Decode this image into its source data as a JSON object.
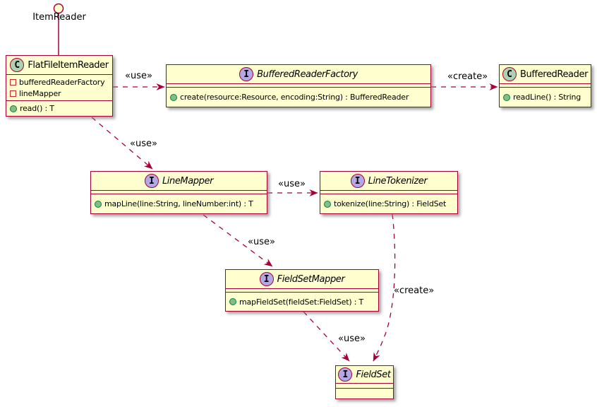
{
  "diagram": {
    "lollipop": {
      "label": "ItemReader"
    },
    "boxes": {
      "flat_file_item_reader": {
        "kind_letter": "C",
        "name": "FlatFileItemReader",
        "fields": [
          "bufferedReaderFactory",
          "lineMapper"
        ],
        "methods": [
          "read() : T"
        ]
      },
      "buffered_reader_factory": {
        "kind_letter": "I",
        "name": "BufferedReaderFactory",
        "methods": [
          "create(resource:Resource, encoding:String) : BufferedReader"
        ]
      },
      "buffered_reader": {
        "kind_letter": "C",
        "name": "BufferedReader",
        "methods": [
          "readLine() : String"
        ]
      },
      "line_mapper": {
        "kind_letter": "I",
        "name": "LineMapper",
        "methods": [
          "mapLine(line:String, lineNumber:int) : T"
        ]
      },
      "line_tokenizer": {
        "kind_letter": "I",
        "name": "LineTokenizer",
        "methods": [
          "tokenize(line:String) : FieldSet"
        ]
      },
      "field_set_mapper": {
        "kind_letter": "I",
        "name": "FieldSetMapper",
        "methods": [
          "mapFieldSet(fieldSet:FieldSet) : T"
        ]
      },
      "field_set": {
        "kind_letter": "I",
        "name": "FieldSet"
      }
    },
    "edge_labels": {
      "use_buffered_reader_factory": "«use»",
      "create_buffered_reader": "«create»",
      "use_line_mapper": "«use»",
      "use_line_tokenizer": "«use»",
      "use_field_set_mapper": "«use»",
      "use_field_set": "«use»",
      "create_field_set": "«create»"
    },
    "colors": {
      "box_fill": "#FEFECE",
      "border": "#A80036",
      "class_icon_fill": "#ADD1B2",
      "interface_icon_fill": "#B4A7E5",
      "method_icon_fill": "#84BE84",
      "method_icon_border": "#038048",
      "field_icon_border": "#C82930",
      "text": "#000000"
    }
  }
}
